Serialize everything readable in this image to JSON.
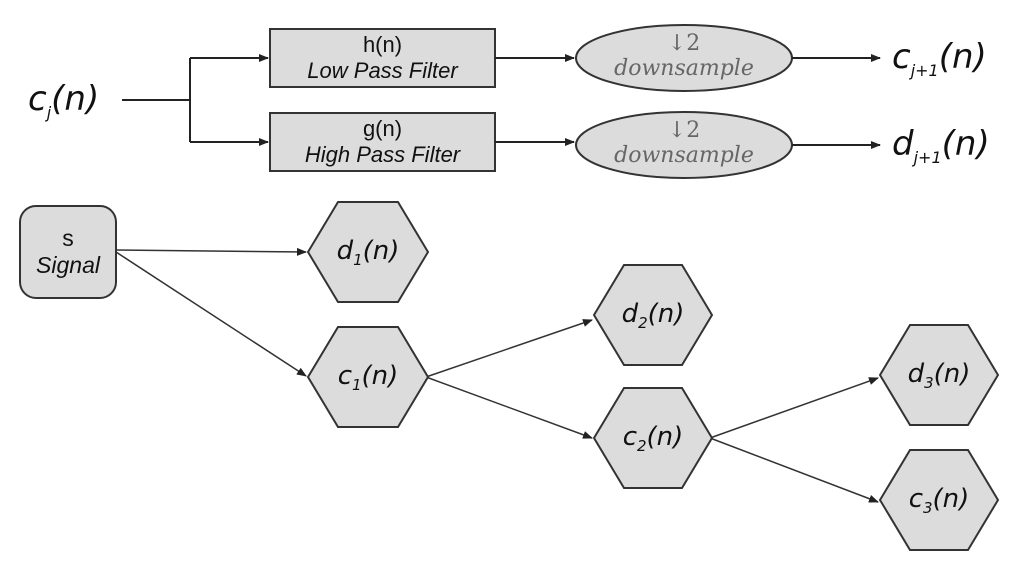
{
  "filter_bank": {
    "input": {
      "base": "c",
      "sub": "j",
      "arg": "(n)"
    },
    "low_pass": {
      "line1": "h(n)",
      "line2": "Low Pass Filter"
    },
    "high_pass": {
      "line1": "g(n)",
      "line2": "High Pass Filter"
    },
    "downsample_top": {
      "symbol": "↓2",
      "label": "downsample"
    },
    "downsample_bottom": {
      "symbol": "↓2",
      "label": "downsample"
    },
    "output_top": {
      "base": "c",
      "sub": "j+1",
      "arg": "(n)"
    },
    "output_bottom": {
      "base": "d",
      "sub": "j+1",
      "arg": "(n)"
    }
  },
  "tree": {
    "signal": {
      "line1": "s",
      "line2": "Signal"
    },
    "nodes": {
      "d1": {
        "base": "d",
        "sub": "1",
        "arg": "(n)"
      },
      "c1": {
        "base": "c",
        "sub": "1",
        "arg": "(n)"
      },
      "d2": {
        "base": "d",
        "sub": "2",
        "arg": "(n)"
      },
      "c2": {
        "base": "c",
        "sub": "2",
        "arg": "(n)"
      },
      "d3": {
        "base": "d",
        "sub": "3",
        "arg": "(n)"
      },
      "c3": {
        "base": "c",
        "sub": "3",
        "arg": "(n)"
      }
    }
  },
  "colors": {
    "shape_fill": "#dcdcdc",
    "shape_stroke": "#333333",
    "line": "#222222",
    "downsample_text": "#666666"
  }
}
